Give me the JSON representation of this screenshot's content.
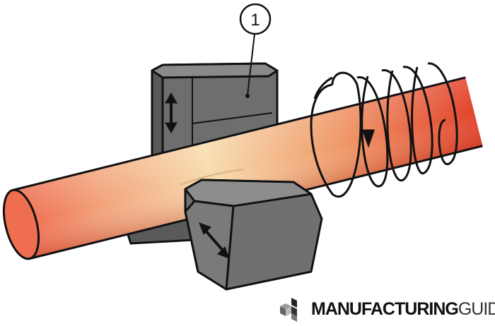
{
  "diagram": {
    "callout_label": "1",
    "colors": {
      "rod_hot": "#e8482f",
      "rod_center": "#f6d8a8",
      "die": "#6b6b6b",
      "outline": "#111111"
    }
  },
  "brand": {
    "name_bold": "MANUFACTURING",
    "name_light": "GUIDE"
  }
}
